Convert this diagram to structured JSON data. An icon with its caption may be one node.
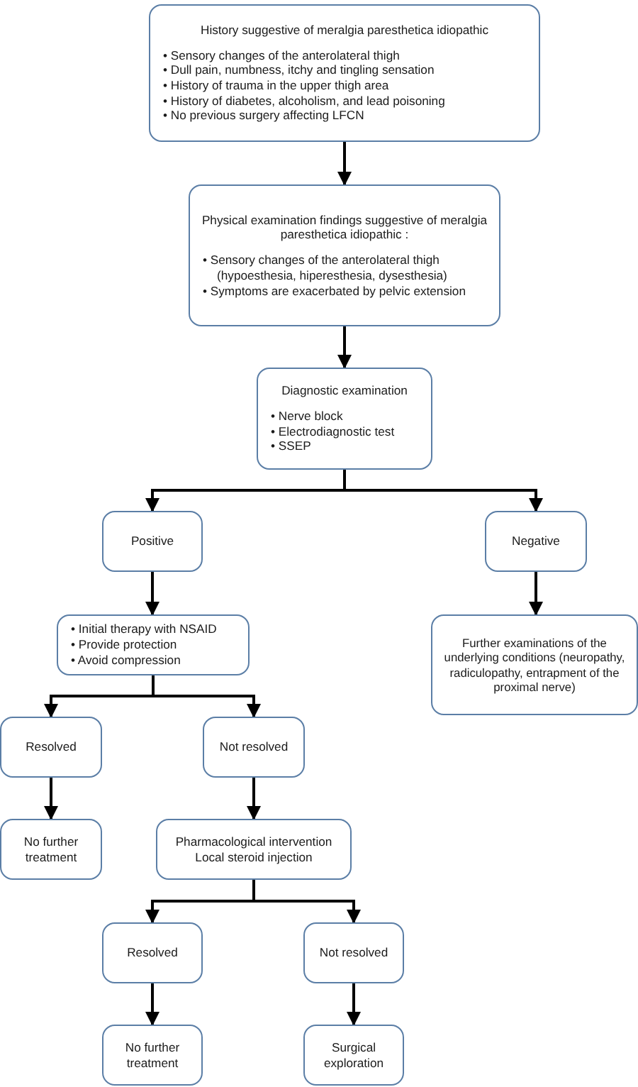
{
  "diagram": {
    "nodes": [
      {
        "text": [
          "History suggestive of meralgia paresthetica idiopathic",
          "• Sensory changes of the anterolateral thigh",
          "• Dull pain, numbness, itchy and tingling sensation",
          "• History of trauma in the upper thigh area",
          "• History of diabetes, alcoholism, and lead poisoning",
          "• No previous surgery affecting LFCN"
        ]
      },
      {
        "text": [
          "Physical examination findings suggestive of meralgia paresthetica idiopathic :",
          "• Sensory changes of the anterolateral thigh (hypoesthesia, hiperesthesia, dysesthesia)",
          "• Symptoms are exacerbated by pelvic extension"
        ]
      },
      {
        "text": [
          "Diagnostic examination",
          "• Nerve block",
          "• Electrodiagnostic test",
          "• SSEP"
        ]
      },
      {
        "text": [
          "Positive"
        ]
      },
      {
        "text": [
          "Negative"
        ]
      },
      {
        "text": [
          "• Initial therapy with NSAID",
          "• Provide protection",
          "• Avoid compression"
        ]
      },
      {
        "text": [
          "Further examinations of the underlying conditions (neuropathy, radiculopathy, entrapment of the proximal nerve)"
        ]
      },
      {
        "text": [
          "Resolved"
        ]
      },
      {
        "text": [
          "Not resolved"
        ]
      },
      {
        "text": [
          "No further treatment"
        ]
      },
      {
        "text": [
          "Pharmacological intervention",
          "Local steroid injection"
        ]
      },
      {
        "text": [
          "Resolved"
        ]
      },
      {
        "text": [
          "Not resolved"
        ]
      },
      {
        "text": [
          "No further treatment"
        ]
      },
      {
        "text": [
          "Surgical exploration"
        ]
      }
    ],
    "edges": [
      {
        "from": 0,
        "to": 1,
        "arrow": "to"
      },
      {
        "from": 1,
        "to": 2,
        "arrow": "to"
      },
      {
        "from": 2,
        "to": 3,
        "arrow": "to"
      },
      {
        "from": 2,
        "to": 4,
        "arrow": "to"
      },
      {
        "from": 3,
        "to": 5,
        "arrow": "to"
      },
      {
        "from": 4,
        "to": 6,
        "arrow": "to"
      },
      {
        "from": 5,
        "to": 7,
        "arrow": "to"
      },
      {
        "from": 5,
        "to": 8,
        "arrow": "to"
      },
      {
        "from": 7,
        "to": 9,
        "arrow": "to"
      },
      {
        "from": 8,
        "to": 10,
        "arrow": "to"
      },
      {
        "from": 10,
        "to": 11,
        "arrow": "to"
      },
      {
        "from": 10,
        "to": 12,
        "arrow": "to"
      },
      {
        "from": 11,
        "to": 13,
        "arrow": "to"
      },
      {
        "from": 12,
        "to": 14,
        "arrow": "to"
      }
    ]
  }
}
